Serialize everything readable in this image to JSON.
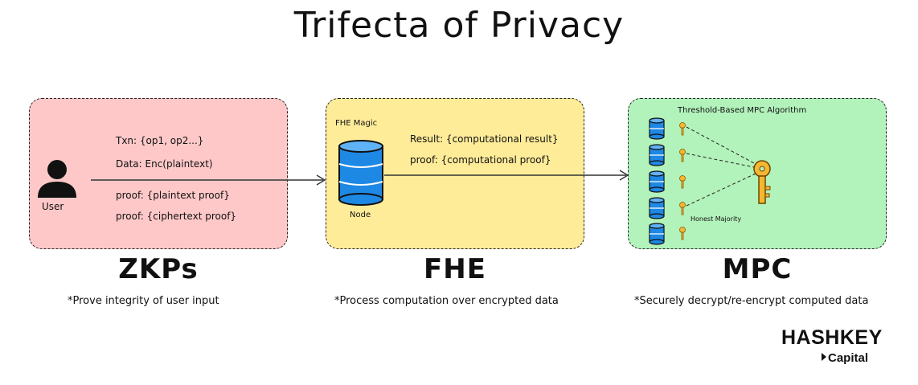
{
  "title": "Trifecta of Privacy",
  "zkp": {
    "actor": "User",
    "lines": [
      "Txn: {op1, op2...}",
      "Data: Enc(plaintext)",
      "proof: {plaintext proof}",
      "proof: {ciphertext proof}"
    ],
    "heading": "ZKPs",
    "caption": "*Prove integrity of user input",
    "color": "#ffc8c8"
  },
  "fhe": {
    "label": "FHE Magic",
    "node": "Node",
    "lines": [
      "Result: {computational result}",
      "proof: {computational proof}"
    ],
    "heading": "FHE",
    "caption": "*Process computation over encrypted data",
    "color": "#ffec99"
  },
  "mpc": {
    "label": "Threshold-Based MPC Algorithm",
    "majority": "Honest Majority",
    "heading": "MPC",
    "caption": "*Securely decrypt/re-encrypt computed data",
    "color": "#b2f2bb"
  },
  "brand": {
    "name": "HASHKEY",
    "sub": "Capital"
  },
  "icons": [
    "user-icon",
    "database-icon",
    "key-icon"
  ]
}
